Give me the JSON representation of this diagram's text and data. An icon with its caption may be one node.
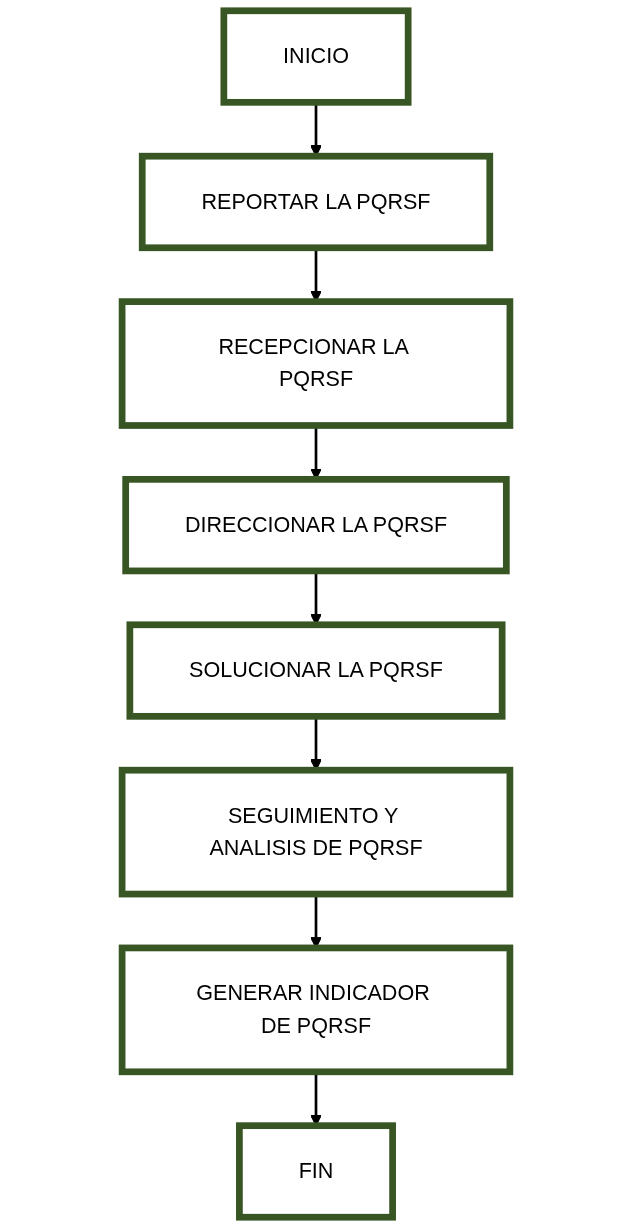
{
  "diagram": {
    "nodes": [
      {
        "text": [
          "INICIO"
        ]
      },
      {
        "text": [
          "REPORTAR LA PQRSF"
        ]
      },
      {
        "text": [
          "RECEPCIONAR LA PQRSF"
        ]
      },
      {
        "text": [
          "DIRECCIONAR LA PQRSF"
        ]
      },
      {
        "text": [
          "SOLUCIONAR LA PQRSF"
        ]
      },
      {
        "text": [
          "SEGUIMIENTO Y ANALISIS DE PQRSF"
        ]
      },
      {
        "text": [
          "GENERAR INDICADOR DE PQRSF"
        ]
      },
      {
        "text": [
          "FIN"
        ]
      }
    ],
    "edges": [
      {
        "from": 0,
        "to": 1,
        "arrow": "to"
      },
      {
        "from": 1,
        "to": 2,
        "arrow": "to"
      },
      {
        "from": 2,
        "to": 3,
        "arrow": "to"
      },
      {
        "from": 3,
        "to": 4,
        "arrow": "to"
      },
      {
        "from": 4,
        "to": 5,
        "arrow": "to"
      },
      {
        "from": 5,
        "to": 6,
        "arrow": "to"
      },
      {
        "from": 6,
        "to": 7,
        "arrow": "to"
      }
    ]
  }
}
